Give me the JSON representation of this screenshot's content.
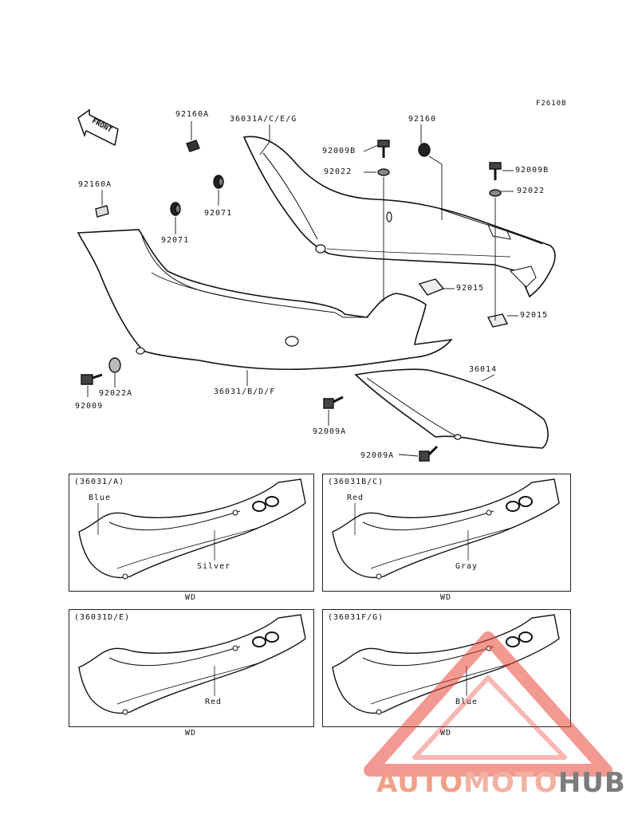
{
  "figure_code": "F2610B",
  "front_label": "FRONT",
  "parts": {
    "p92160a_top": "92160A",
    "p36031_aceg": "36031A/C/E/G",
    "p92160": "92160",
    "p92009b_1": "92009B",
    "p92022_1": "92022",
    "p92009b_2": "92009B",
    "p92022_2": "92022",
    "p92160a_left": "92160A",
    "p92071_1": "92071",
    "p92071_2": "92071",
    "p92015_1": "92015",
    "p92015_2": "92015",
    "p92022a": "92022A",
    "p92009": "92009",
    "p36031_bdf": "36031/B/D/F",
    "p36014": "36014",
    "p92009a_1": "92009A",
    "p92009a_2": "92009A"
  },
  "variants": [
    {
      "code": "(36031/A)",
      "color1": "Blue",
      "color2": "Silver",
      "caption": "WD"
    },
    {
      "code": "(36031B/C)",
      "color1": "Red",
      "color2": "Gray",
      "caption": "WD"
    },
    {
      "code": "(36031D/E)",
      "color1": "",
      "color2": "Red",
      "caption": "WD"
    },
    {
      "code": "(36031F/G)",
      "color1": "",
      "color2": "Blue",
      "caption": "WD"
    }
  ],
  "watermark": {
    "part1": "AUTO",
    "part2": "MOTO",
    "part3": "HUB",
    "colors": {
      "auto": "#f0a088",
      "moto": "#f2b2a2",
      "hub": "#7c7c7c",
      "triangle": "#e8463a"
    }
  }
}
